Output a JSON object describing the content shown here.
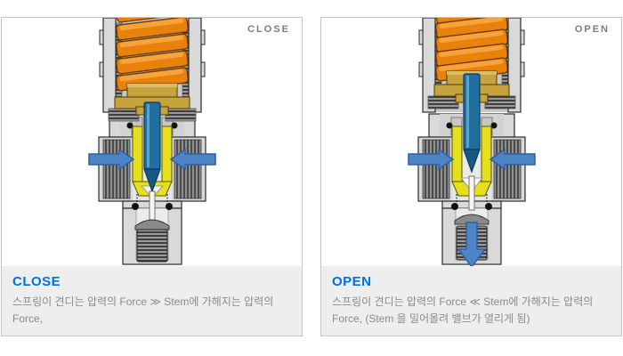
{
  "panels": [
    {
      "corner_label": "CLOSE",
      "caption_title": "CLOSE",
      "caption_text": "스프링이 견디는 압력의 Force ≫ Stem에 가해지는 압력의 Force,"
    },
    {
      "corner_label": "OPEN",
      "caption_title": "OPEN",
      "caption_text": "스프링이 견디는 압력의 Force ≪ Stem에 가해지는 압력의 Force, (Stem 을 밀어올려 밸브가 열리게 됨)"
    }
  ],
  "icons": {
    "flow_in_arrow": "blue horizontal arrow pointing inward at valve inlet",
    "flow_out_arrow": "blue vertical arrow pointing down out of valve outlet"
  },
  "colors": {
    "panel_border": "#c5c5c5",
    "caption_bg": "#eeeeee",
    "caption_title_blue": "#0070e8",
    "caption_text_gray": "#8a8a8a",
    "corner_label_gray": "#7d7d7d",
    "spring_orange": "#e8820c",
    "spring_seat_tan": "#c7a33e",
    "stem_blue": "#1f6f9f",
    "guide_yellow": "#e6df1d",
    "flow_arrow_blue": "#4d84c6",
    "valve_body_gray": "#d9d9d9"
  }
}
